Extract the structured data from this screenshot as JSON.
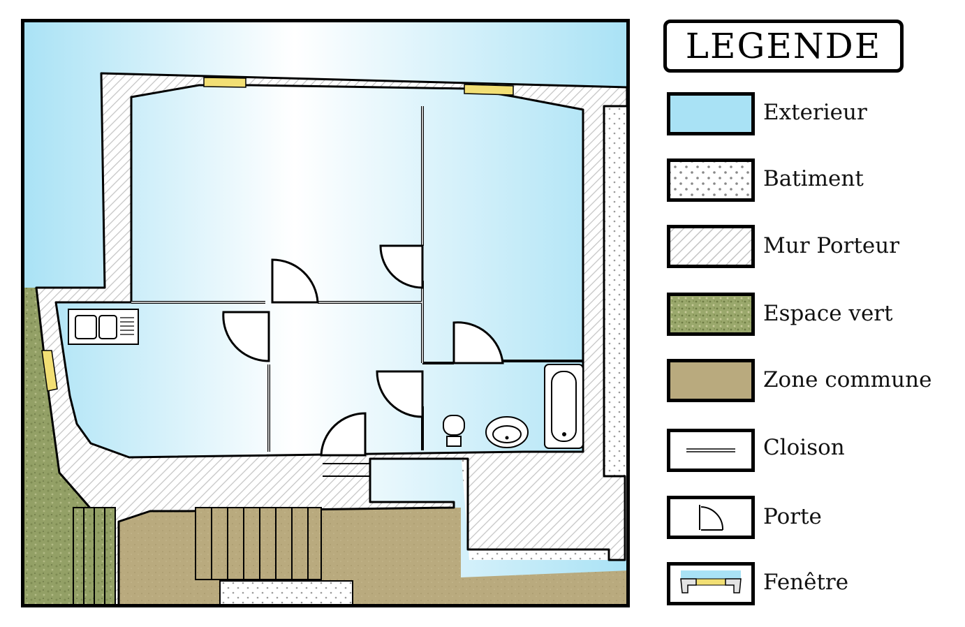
{
  "legend": {
    "title": "LEGENDE",
    "items": [
      {
        "key": "exterieur",
        "label": "Exterieur",
        "color": "#a9e2f5"
      },
      {
        "key": "batiment",
        "label": "Batiment",
        "color": "#ffffff"
      },
      {
        "key": "mur_porteur",
        "label": "Mur Porteur",
        "color": "#d9d9d9"
      },
      {
        "key": "espace_vert",
        "label": "Espace vert",
        "color": "#a3ad77"
      },
      {
        "key": "zone_commune",
        "label": "Zone commune",
        "color": "#b9aa7e"
      },
      {
        "key": "cloison",
        "label": "Cloison",
        "color": "#000000"
      },
      {
        "key": "porte",
        "label": "Porte",
        "color": "#000000"
      },
      {
        "key": "fenetre",
        "label": "Fenêtre",
        "color": "#f2df74"
      }
    ]
  },
  "plan": {
    "colors": {
      "exterior": "#a9e2f5",
      "green_space": "#8d9a63",
      "common_zone": "#b9aa7e",
      "wall_hatch": "#d2d2d2",
      "window": "#f2df74",
      "building": "#ffffff"
    }
  }
}
